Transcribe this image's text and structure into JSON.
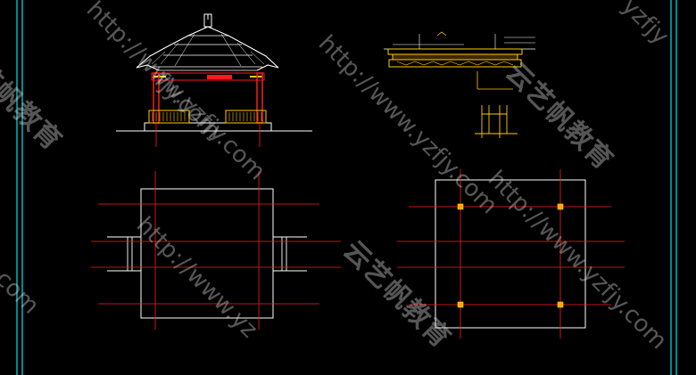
{
  "watermark": {
    "url_full": "http://www.yzfjy.com",
    "url_tail": "y.com",
    "url_head": "yzfjy",
    "url_partial": "http://www.yz",
    "url_part2": "fjy.com",
    "brand_cn": "云艺帆教育",
    "brand_cn_partial": "艺帆教育"
  },
  "colors": {
    "background": "#000000",
    "frame": "#00e5ee",
    "lines": "#ffffff",
    "axes": "#ff1a1a",
    "accent": "#ffcc00"
  }
}
